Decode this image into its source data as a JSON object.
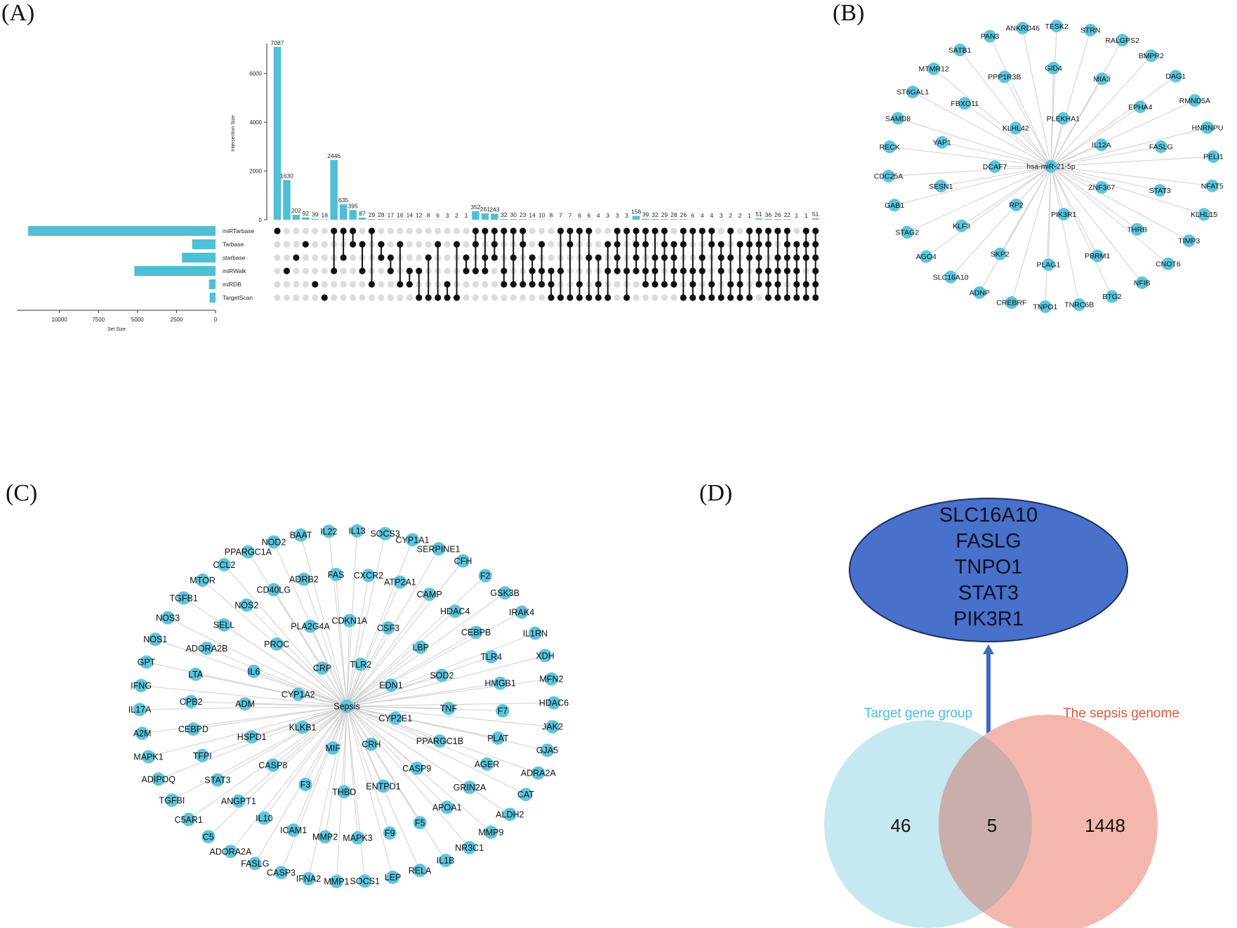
{
  "panels": {
    "a": "(A)",
    "b": "(B)",
    "c": "(C)",
    "d": "(D)"
  },
  "colors": {
    "teal": "#4fbfd6",
    "node": "#5ec4dc",
    "dot_on": "#111111",
    "dot_off": "#dcdcdc",
    "venn_left": "#c6e8f0",
    "venn_right": "#f4b7ad",
    "venn_overlap": "#c9aeab",
    "ellipse": "#4871cc",
    "arrow": "#3f68c4",
    "label_left": "#46c0dc",
    "label_right": "#e2553b",
    "edge": "#cfcfcf"
  },
  "chart_data": [
    {
      "type": "bar",
      "kind": "upset",
      "ylabel": "Intersection Size",
      "xlabel": "Set Size",
      "ylim": [
        0,
        7200
      ],
      "yticks": [
        0,
        2000,
        4000,
        6000
      ],
      "set_size_ticks": [
        10000,
        7500,
        5000,
        2500,
        0
      ],
      "sets": [
        {
          "name": "miRTarbase",
          "size": 12000
        },
        {
          "name": "Tarbase",
          "size": 1500
        },
        {
          "name": "starbase",
          "size": 2150
        },
        {
          "name": "miRWalk",
          "size": 5200
        },
        {
          "name": "miRDB",
          "size": 420
        },
        {
          "name": "TargetScan",
          "size": 380
        }
      ],
      "intersections": [
        {
          "value": 7087,
          "sets": [
            0
          ]
        },
        {
          "value": 1630,
          "sets": [
            3
          ]
        },
        {
          "value": 202,
          "sets": [
            2
          ]
        },
        {
          "value": 92,
          "sets": [
            1
          ]
        },
        {
          "value": 39,
          "sets": [
            4
          ]
        },
        {
          "value": 18,
          "sets": [
            5
          ]
        },
        {
          "value": 2446,
          "sets": [
            0,
            3
          ]
        },
        {
          "value": 635,
          "sets": [
            0,
            2
          ]
        },
        {
          "value": 395,
          "sets": [
            0,
            1
          ]
        },
        {
          "value": 87,
          "sets": [
            1,
            3
          ]
        },
        {
          "value": 29,
          "sets": [
            0,
            4
          ]
        },
        {
          "value": 28,
          "sets": [
            1,
            2
          ]
        },
        {
          "value": 17,
          "sets": [
            2,
            3
          ]
        },
        {
          "value": 16,
          "sets": [
            1,
            4
          ]
        },
        {
          "value": 14,
          "sets": [
            3,
            4
          ]
        },
        {
          "value": 12,
          "sets": [
            3,
            5
          ]
        },
        {
          "value": 8,
          "sets": [
            2,
            5
          ]
        },
        {
          "value": 6,
          "sets": [
            1,
            5
          ]
        },
        {
          "value": 3,
          "sets": [
            4,
            5
          ]
        },
        {
          "value": 2,
          "sets": [
            1,
            5
          ]
        },
        {
          "value": 1,
          "sets": [
            2,
            3
          ]
        },
        {
          "value": 352,
          "sets": [
            0,
            1,
            3
          ]
        },
        {
          "value": 261,
          "sets": [
            0,
            2,
            3
          ]
        },
        {
          "value": 243,
          "sets": [
            0,
            1,
            2
          ]
        },
        {
          "value": 32,
          "sets": [
            0,
            3,
            4
          ]
        },
        {
          "value": 30,
          "sets": [
            0,
            2,
            4
          ]
        },
        {
          "value": 23,
          "sets": [
            0,
            1,
            4
          ]
        },
        {
          "value": 14,
          "sets": [
            2,
            3,
            4
          ]
        },
        {
          "value": 10,
          "sets": [
            1,
            3,
            4
          ]
        },
        {
          "value": 8,
          "sets": [
            3,
            4,
            5
          ]
        },
        {
          "value": 7,
          "sets": [
            0,
            3,
            5
          ]
        },
        {
          "value": 7,
          "sets": [
            0,
            1,
            5
          ]
        },
        {
          "value": 6,
          "sets": [
            0,
            4,
            5
          ]
        },
        {
          "value": 6,
          "sets": [
            0,
            2,
            5
          ]
        },
        {
          "value": 4,
          "sets": [
            2,
            4,
            5
          ]
        },
        {
          "value": 3,
          "sets": [
            1,
            3,
            5
          ]
        },
        {
          "value": 3,
          "sets": [
            0,
            1,
            2,
            3
          ]
        },
        {
          "value": 3,
          "sets": [
            0,
            3,
            5
          ]
        },
        {
          "value": 156,
          "sets": [
            0,
            1,
            2,
            3
          ]
        },
        {
          "value": 39,
          "sets": [
            0,
            1,
            3,
            4
          ]
        },
        {
          "value": 32,
          "sets": [
            0,
            2,
            3,
            4
          ]
        },
        {
          "value": 29,
          "sets": [
            0,
            1,
            2,
            4
          ]
        },
        {
          "value": 28,
          "sets": [
            1,
            2,
            3,
            4
          ]
        },
        {
          "value": 26,
          "sets": [
            0,
            1,
            3,
            5
          ]
        },
        {
          "value": 6,
          "sets": [
            0,
            3,
            4,
            5
          ]
        },
        {
          "value": 4,
          "sets": [
            0,
            2,
            3,
            5
          ]
        },
        {
          "value": 4,
          "sets": [
            0,
            1,
            4,
            5
          ]
        },
        {
          "value": 3,
          "sets": [
            1,
            2,
            3,
            5
          ]
        },
        {
          "value": 2,
          "sets": [
            0,
            2,
            4,
            5
          ]
        },
        {
          "value": 2,
          "sets": [
            1,
            3,
            4,
            5
          ]
        },
        {
          "value": 1,
          "sets": [
            0,
            1,
            2,
            5
          ]
        },
        {
          "value": 51,
          "sets": [
            0,
            1,
            2,
            3,
            4
          ]
        },
        {
          "value": 36,
          "sets": [
            0,
            1,
            3,
            4,
            5
          ]
        },
        {
          "value": 26,
          "sets": [
            0,
            2,
            3,
            4,
            5
          ]
        },
        {
          "value": 22,
          "sets": [
            0,
            1,
            2,
            3,
            5
          ]
        },
        {
          "value": 1,
          "sets": [
            1,
            2,
            3,
            4,
            5
          ]
        },
        {
          "value": 1,
          "sets": [
            0,
            1,
            2,
            4,
            5
          ]
        },
        {
          "value": 51,
          "sets": [
            0,
            1,
            2,
            3,
            4,
            5
          ]
        }
      ]
    },
    {
      "type": "network",
      "center": "hsa-miR-21-5p",
      "nodes": [
        "ANKRD46",
        "TESK2",
        "STRN",
        "RALGPS2",
        "BMPR2",
        "DAG1",
        "RMND5A",
        "HNRNPU",
        "PELI1",
        "NFAT5",
        "KLHL15",
        "TIMP3",
        "CNOT6",
        "NFIB",
        "BTG2",
        "TNRC6B",
        "TNPO1",
        "CREBRF",
        "ADNP",
        "SLC16A10",
        "AGO4",
        "STAG2",
        "GAB1",
        "CDC25A",
        "RECK",
        "SAMD8",
        "ST6GAL1",
        "MTMR12",
        "SATB1",
        "PAN3",
        "MIA3",
        "EPHA4",
        "FASLG",
        "STAT3",
        "THRB",
        "PBRM1",
        "PLAG1",
        "SKP2",
        "KLF3",
        "SESN1",
        "YAP1",
        "FBXO11",
        "PPP1R3B",
        "GID4",
        "IL12A",
        "ZNF367",
        "PIK3R1",
        "RP2",
        "DCAF7",
        "KLHL42",
        "PLEKHA1"
      ]
    },
    {
      "type": "network",
      "center": "Sepsis",
      "nodes": [
        "IL22",
        "IL13",
        "SOCS3",
        "CYP1A1",
        "SERPINE1",
        "CFH",
        "F2",
        "GSK3B",
        "IRAK4",
        "IL1RN",
        "XDH",
        "MFN2",
        "HDAC6",
        "JAK2",
        "GJA5",
        "ADRA2A",
        "CAT",
        "ALDH2",
        "MMP9",
        "NR3C1",
        "IL1B",
        "RELA",
        "LEP",
        "SOCS1",
        "MMP1",
        "IFNA2",
        "CASP3",
        "FASLG",
        "ADORA2A",
        "C5",
        "C5AR1",
        "TGFBI",
        "ADIPOQ",
        "MAPK1",
        "A2M",
        "IL17A",
        "IFNG",
        "GPT",
        "NOS1",
        "NOS3",
        "TGFB1",
        "MTOR",
        "CCL2",
        "PPARGC1A",
        "NOD2",
        "BAAT",
        "CAMP",
        "HDAC4",
        "CEBPB",
        "TLR4",
        "HMGB1",
        "F7",
        "PLAT",
        "AGER",
        "GRIN2A",
        "APOA1",
        "F5",
        "F9",
        "MAPK3",
        "MMP2",
        "ICAM1",
        "IL10",
        "ANGPT1",
        "STAT3",
        "TFPI",
        "CEBPD",
        "CPB2",
        "LTA",
        "ADORA2B",
        "SELL",
        "NOS2",
        "CD40LG",
        "ADRB2",
        "FAS",
        "CXCR2",
        "ATP2A1",
        "SOD2",
        "TNF",
        "PPARGC1B",
        "CASP9",
        "ENTPD1",
        "THBD",
        "F3",
        "CASP8",
        "HSPD1",
        "ADM",
        "IL6",
        "PROC",
        "PLA2G4A",
        "CDKN1A",
        "CSF3",
        "LBP",
        "CYP2E1",
        "CRH",
        "MIF",
        "KLKB1",
        "CYP1A2",
        "CRP",
        "TLR2",
        "EDN1"
      ]
    }
  ],
  "venn": {
    "genes": [
      "SLC16A10",
      "FASLG",
      "TNPO1",
      "STAT3",
      "PIK3R1"
    ],
    "left_label": "Target gene group",
    "right_label": "The sepsis genome",
    "left_only": "46",
    "overlap": "5",
    "right_only": "1448"
  }
}
